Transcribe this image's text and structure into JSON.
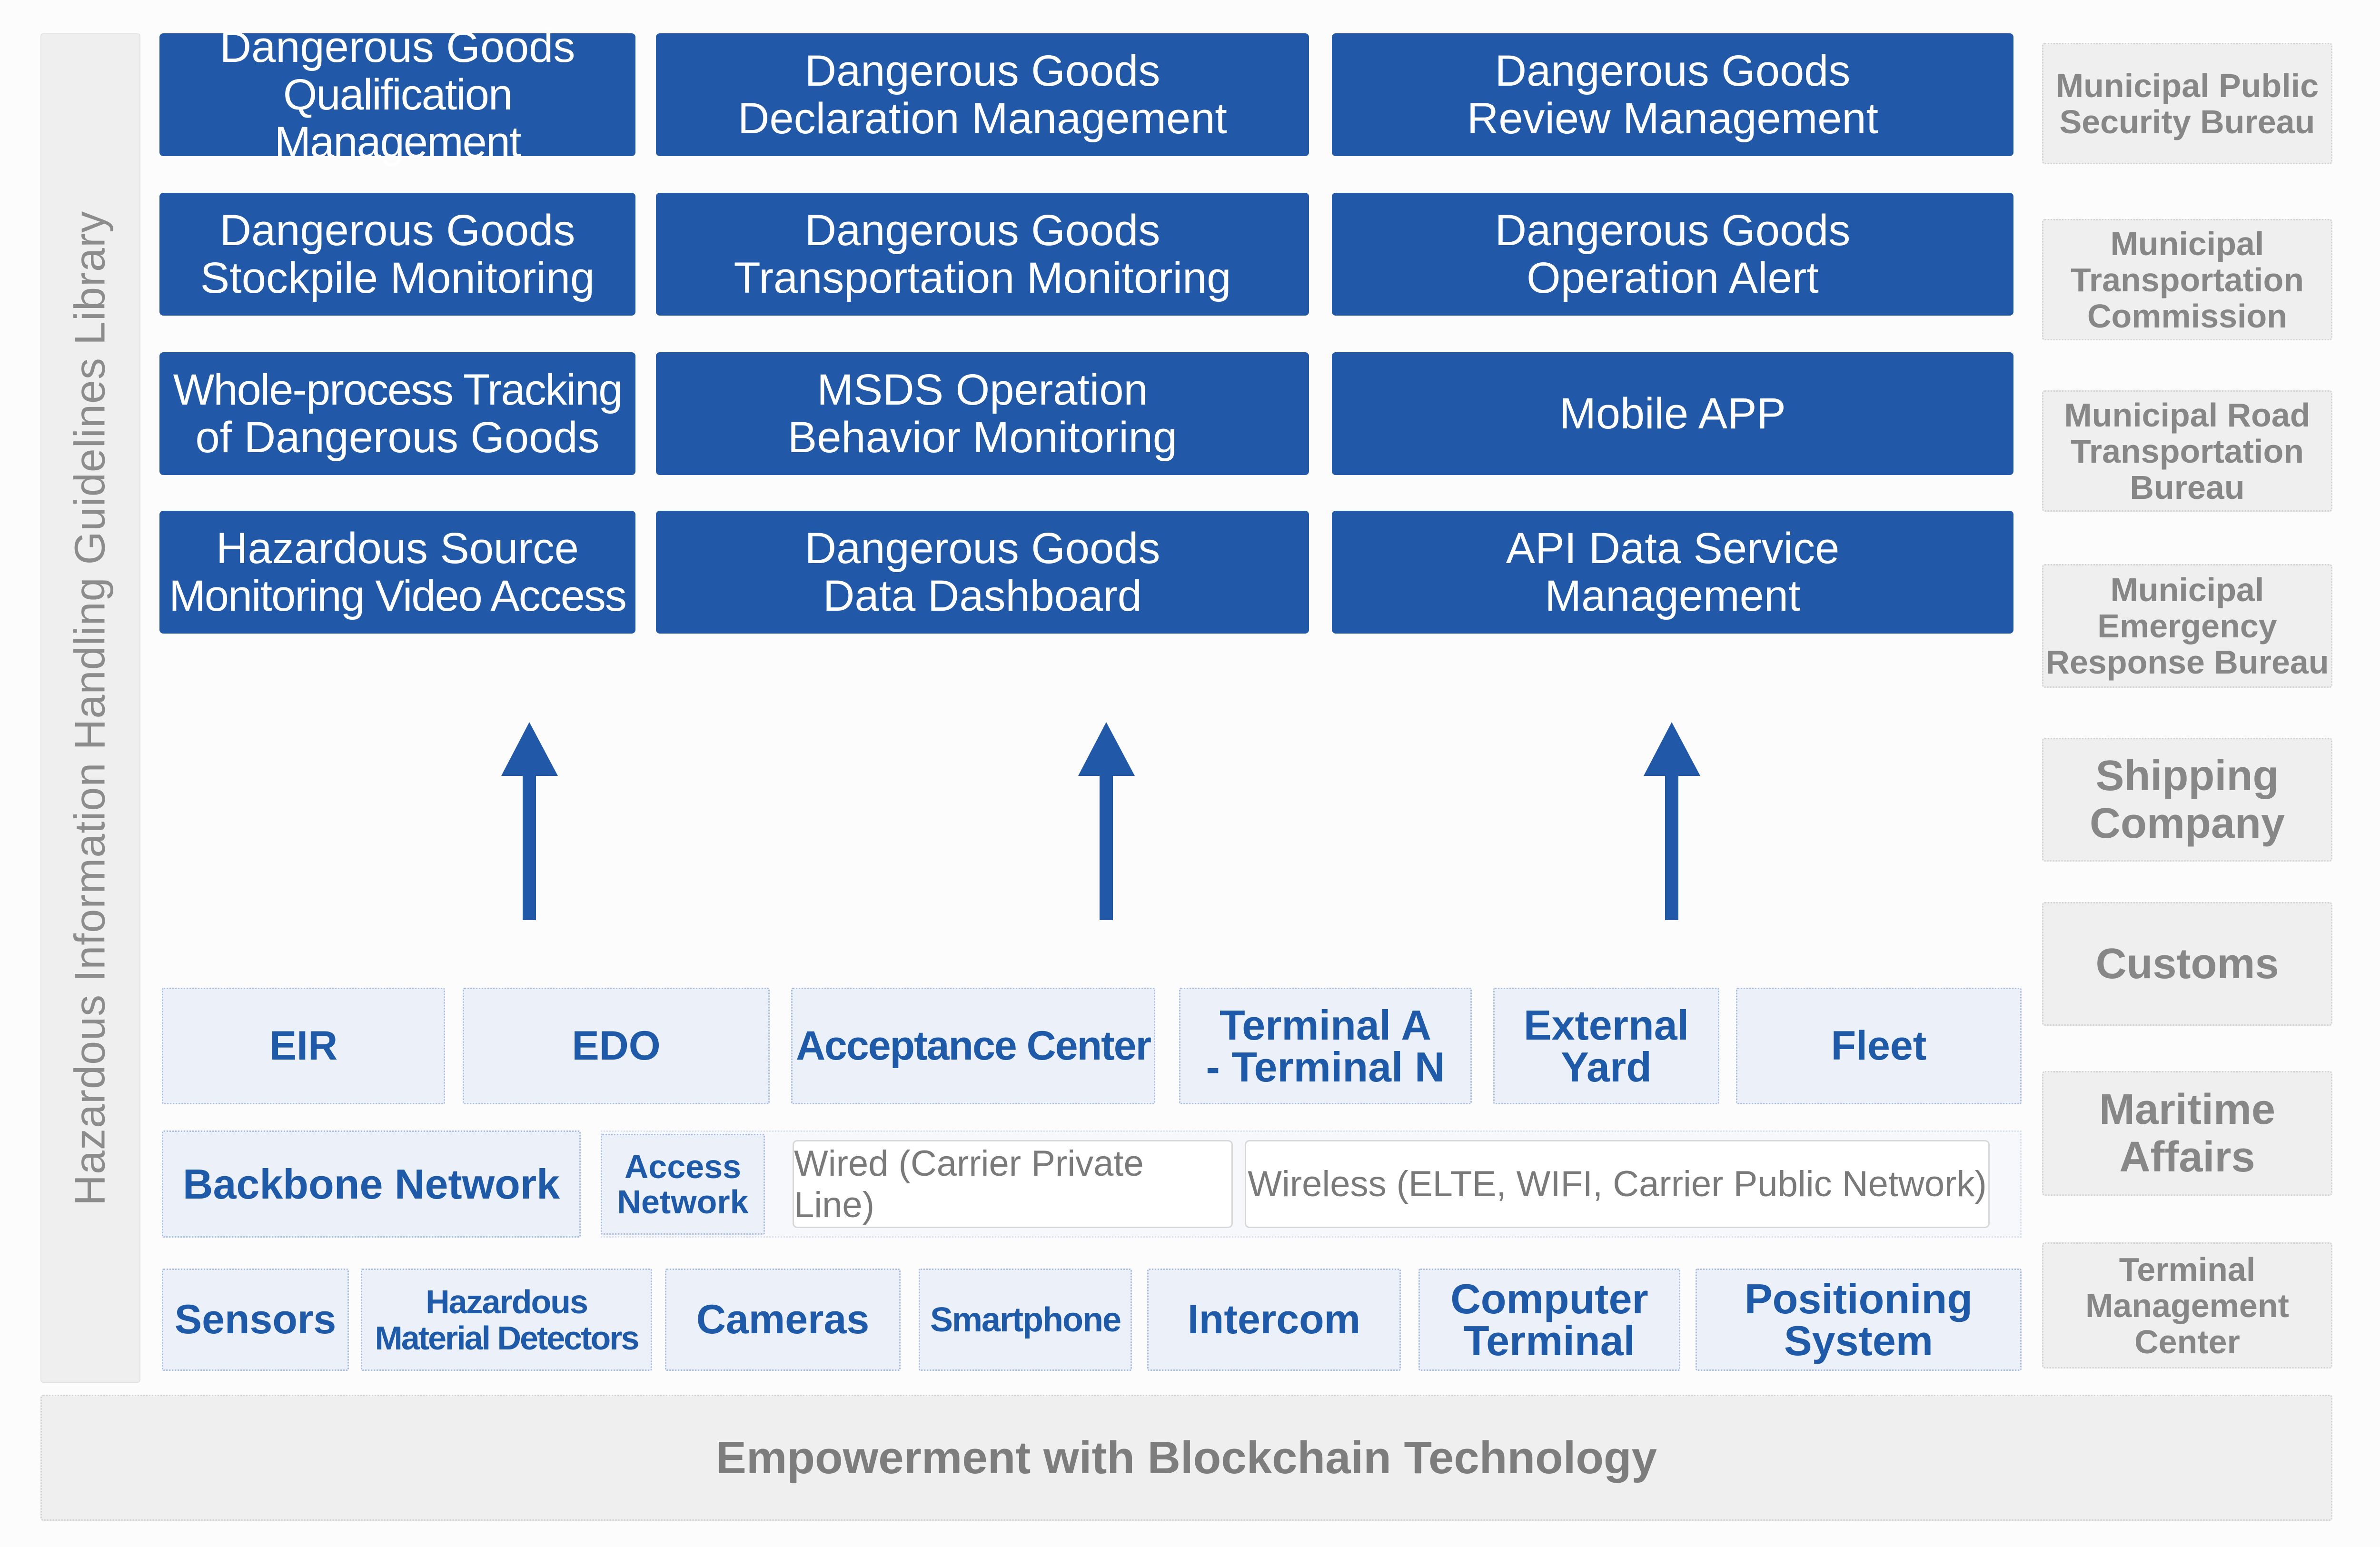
{
  "library_label": "Hazardous Information Handling Guidelines Library",
  "modules": [
    [
      "Dangerous Goods",
      "Qualification Management"
    ],
    [
      "Dangerous Goods",
      "Declaration Management"
    ],
    [
      "Dangerous Goods",
      "Review Management"
    ],
    [
      "Dangerous Goods",
      "Stockpile Monitoring"
    ],
    [
      "Dangerous Goods",
      "Transportation Monitoring"
    ],
    [
      "Dangerous Goods",
      "Operation Alert"
    ],
    [
      "Whole-process Tracking",
      "of Dangerous Goods"
    ],
    [
      "MSDS Operation",
      "Behavior Monitoring"
    ],
    [
      "Mobile APP"
    ],
    [
      "Hazardous Source",
      "Monitoring Video Access"
    ],
    [
      "Dangerous Goods",
      "Data Dashboard"
    ],
    [
      "API Data Service",
      "Management"
    ]
  ],
  "sources": [
    [
      "EIR"
    ],
    [
      "EDO"
    ],
    [
      "Acceptance Center"
    ],
    [
      "Terminal A",
      "- Terminal N"
    ],
    [
      "External",
      "Yard"
    ],
    [
      "Fleet"
    ]
  ],
  "network": {
    "backbone": "Backbone Network",
    "access": [
      "Access",
      "Network"
    ],
    "wired": "Wired (Carrier Private Line)",
    "wireless": "Wireless (ELTE, WIFI, Carrier Public Network)"
  },
  "devices": [
    [
      "Sensors"
    ],
    [
      "Hazardous",
      "Material Detectors"
    ],
    [
      "Cameras"
    ],
    [
      "Smartphone"
    ],
    [
      "Intercom"
    ],
    [
      "Computer",
      "Terminal"
    ],
    [
      "Positioning",
      "System"
    ]
  ],
  "agencies": [
    [
      "Municipal Public",
      "Security Bureau"
    ],
    [
      "Municipal",
      "Transportation",
      "Commission"
    ],
    [
      "Municipal Road",
      "Transportation",
      "Bureau"
    ],
    [
      "Municipal",
      "Emergency",
      "Response Bureau"
    ],
    [
      "Shipping",
      "Company"
    ],
    [
      "Customs"
    ],
    [
      "Maritime",
      "Affairs"
    ],
    [
      "Terminal",
      "Management",
      "Center"
    ]
  ],
  "bottom_label": "Empowerment with Blockchain Technology",
  "colors": {
    "module_blue": "#2158a8",
    "source_text": "#1e5aa8",
    "source_bg": "#ebf0f9",
    "agency_text": "#878787",
    "gray_bg": "#efefef"
  }
}
